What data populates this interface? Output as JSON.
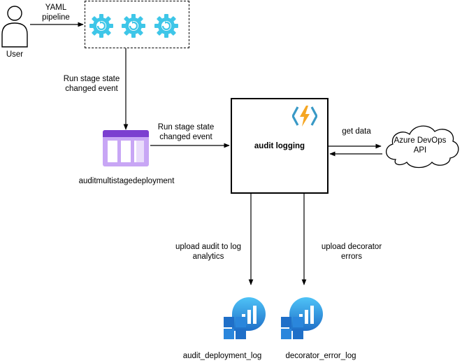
{
  "actors": {
    "user": {
      "label": "User",
      "icon": "user-icon"
    }
  },
  "edges": {
    "yaml_pipeline": "YAML\npipeline",
    "run_stage_1": "Run stage state\nchanged event",
    "run_stage_2": "Run stage state\nchanged event",
    "get_data": "get data",
    "upload_audit": "upload audit to log\nanalytics",
    "upload_decorator": "upload decorator\nerrors"
  },
  "nodes": {
    "pipeline": {
      "icon": "gear-icon",
      "count": 3
    },
    "queue": {
      "label": "auditmultistagedeployment",
      "icon": "storage-queue-icon"
    },
    "function": {
      "label": "audit logging",
      "icon": "azure-function-icon"
    },
    "api": {
      "label": "Azure DevOps\nAPI",
      "icon": "cloud-icon"
    },
    "log1": {
      "label": "audit_deployment_log",
      "icon": "log-analytics-icon"
    },
    "log2": {
      "label": "decorator_error_log",
      "icon": "log-analytics-icon"
    }
  },
  "colors": {
    "gear": "#3ec6e8",
    "queue_dark": "#7b3fd0",
    "queue_light": "#c8a6f5",
    "function_bolt": "#f5a623",
    "function_brackets": "#3999c6",
    "log_blue_dark": "#1f6fc8",
    "log_blue_light": "#4fc3f7"
  }
}
